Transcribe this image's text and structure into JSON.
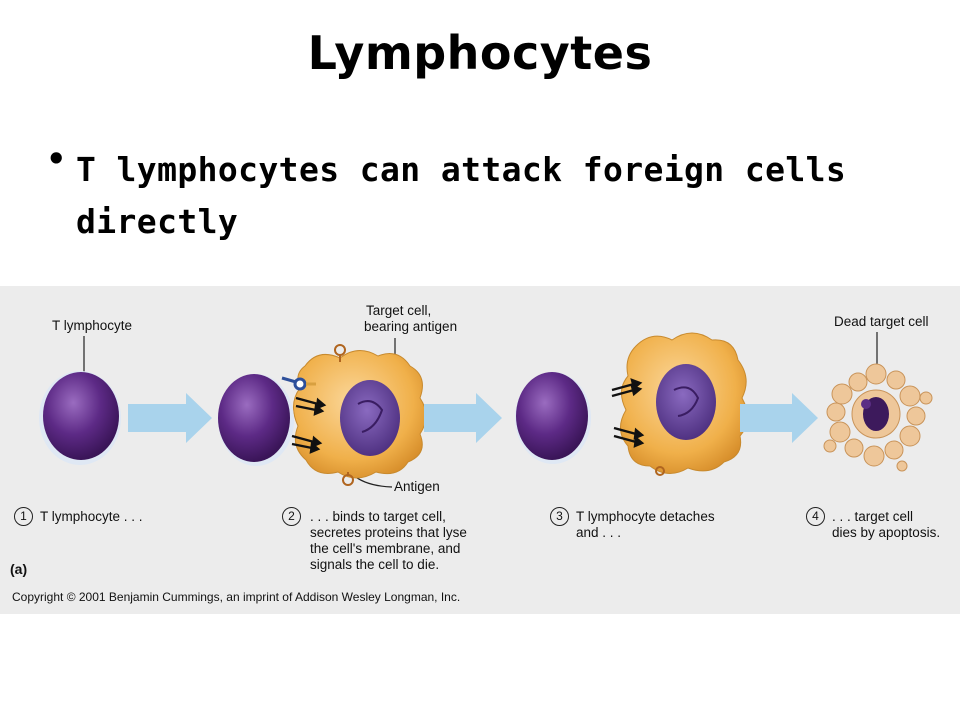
{
  "slide": {
    "title": "Lymphocytes",
    "bullet_symbol": "•",
    "bullet": "T lymphocytes can attack foreign cells directly"
  },
  "figure": {
    "labels": {
      "t_lymphocyte": "T lymphocyte",
      "target_cell_1": "Target cell,",
      "target_cell_2": "bearing antigen",
      "dead_target_cell": "Dead target cell",
      "antigen": "Antigen"
    },
    "steps": [
      {
        "number": "1",
        "text": "T lymphocyte . . ."
      },
      {
        "number": "2",
        "text": ". . . binds to target cell,\nsecretes proteins that lyse\nthe cell's membrane, and\nsignals the cell to die."
      },
      {
        "number": "3",
        "text": "T lymphocyte detaches\nand . . ."
      },
      {
        "number": "4",
        "text": ". . . target cell\ndies by apoptosis."
      }
    ],
    "panel_label": "(a)",
    "copyright": "Copyright © 2001 Benjamin Cummings, an imprint of Addison Wesley Longman, Inc."
  },
  "colors": {
    "figure_bg": "#ececec",
    "lymphocyte": "#5a2a7e",
    "target_cell": "#f0b653",
    "nucleus": "#6a4a9c",
    "arrow": "#a9d3ec"
  }
}
